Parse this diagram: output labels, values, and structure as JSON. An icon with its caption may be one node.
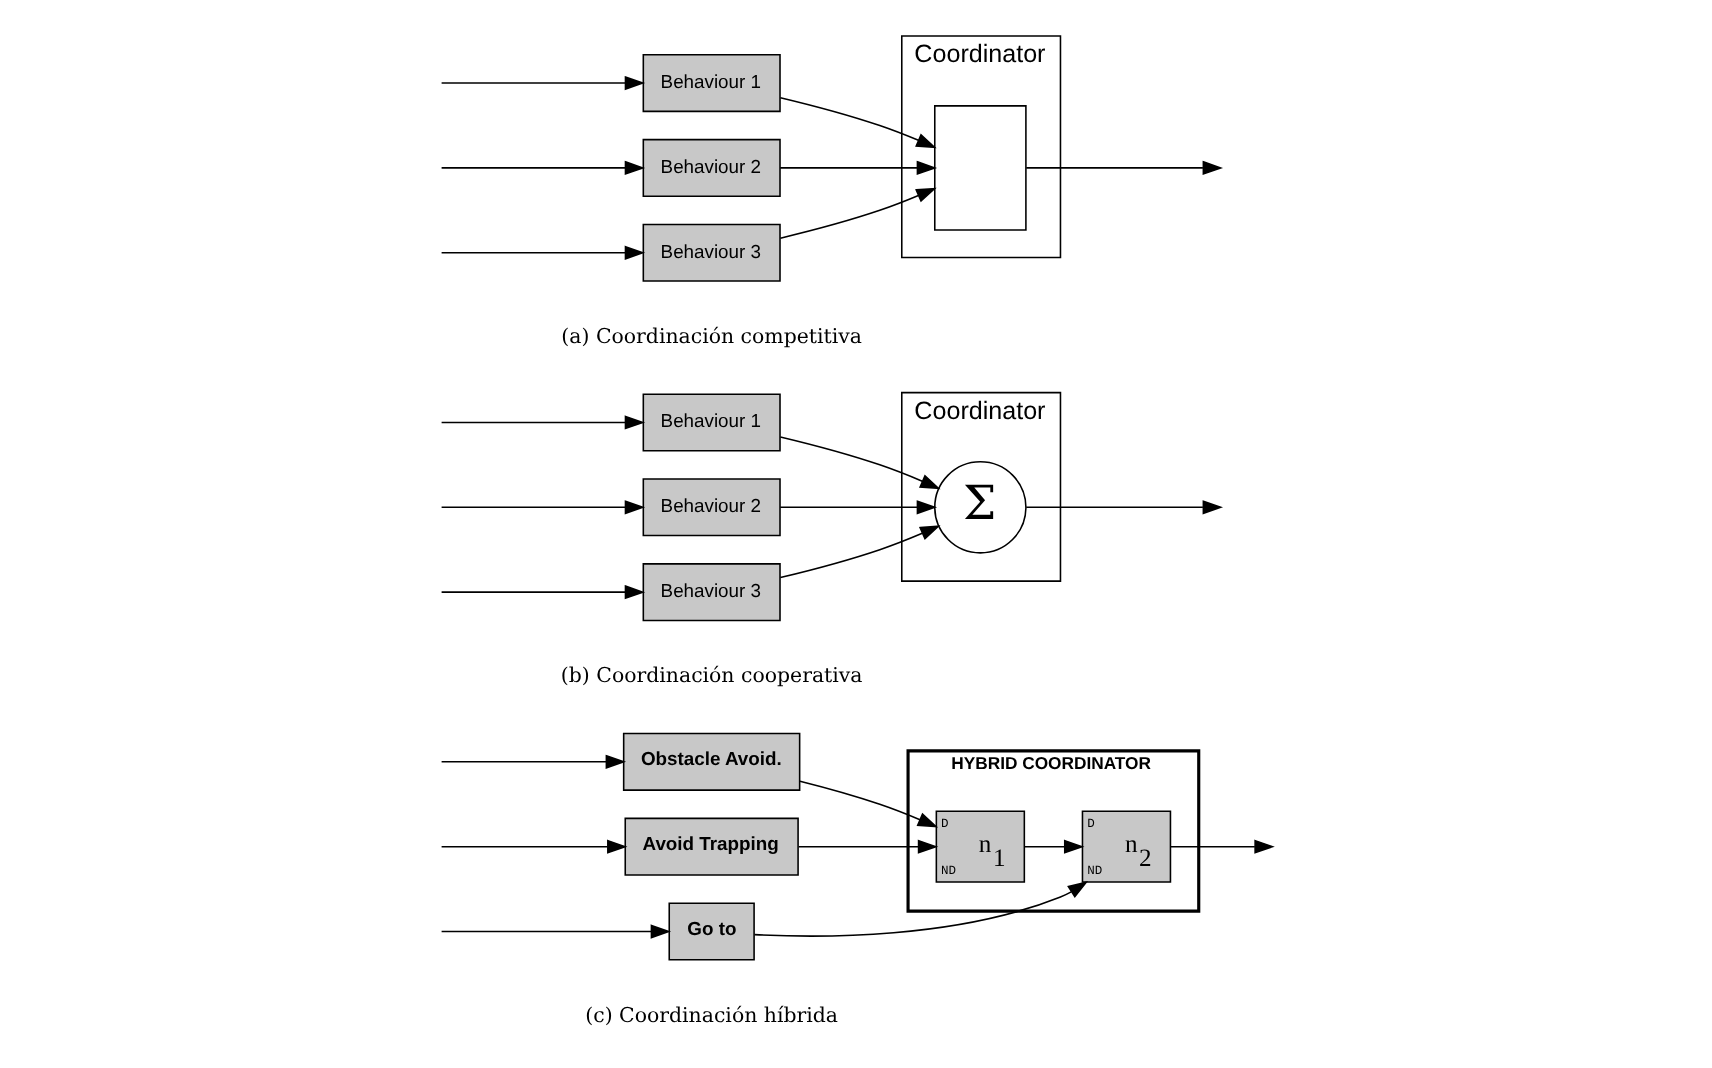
{
  "diagram": {
    "nodes": [
      {
        "text": [
          "Coordinator"
        ]
      },
      {
        "text": [
          "Behaviour 1"
        ]
      },
      {
        "text": [
          "Behaviour 2"
        ]
      },
      {
        "text": [
          "Behaviour 3"
        ]
      },
      {
        "text": [],
        "shape": "box",
        "in": 0
      },
      {
        "text": [
          "Coordinator"
        ]
      },
      {
        "text": [
          "Behaviour 1"
        ]
      },
      {
        "text": [
          "Behaviour 2"
        ]
      },
      {
        "text": [
          "Behaviour 3"
        ]
      },
      {
        "text": [
          "Σ"
        ],
        "in": 5
      },
      {
        "text": [
          "HYBRID COORDINATOR"
        ]
      },
      {
        "text": [
          "Obstacle Avoid."
        ]
      },
      {
        "text": [
          "Avoid Trapping"
        ]
      },
      {
        "text": [
          "Go to"
        ]
      },
      {
        "text": [
          "D",
          "n$_{1}$",
          "ND"
        ],
        "in": 10
      },
      {
        "text": [
          "D",
          "n$_{2}$",
          "ND"
        ],
        "in": 10
      }
    ],
    "edges": [
      {
        "from": null,
        "to": 1,
        "arrow": "to"
      },
      {
        "from": null,
        "to": 2,
        "arrow": "to"
      },
      {
        "from": null,
        "to": 3,
        "arrow": "to"
      },
      {
        "from": 1,
        "to": 4,
        "arrow": "to"
      },
      {
        "from": 2,
        "to": 4,
        "arrow": "to"
      },
      {
        "from": 3,
        "to": 4,
        "arrow": "to"
      },
      {
        "from": 4,
        "to": null,
        "arrow": "to"
      },
      {
        "from": null,
        "to": 6,
        "arrow": "to"
      },
      {
        "from": null,
        "to": 7,
        "arrow": "to"
      },
      {
        "from": null,
        "to": 8,
        "arrow": "to"
      },
      {
        "from": 6,
        "to": 9,
        "arrow": "to"
      },
      {
        "from": 7,
        "to": 9,
        "arrow": "to"
      },
      {
        "from": 8,
        "to": 9,
        "arrow": "to"
      },
      {
        "from": 9,
        "to": null,
        "arrow": "to"
      },
      {
        "from": null,
        "to": 11,
        "arrow": "to"
      },
      {
        "from": null,
        "to": 12,
        "arrow": "to"
      },
      {
        "from": null,
        "to": 13,
        "arrow": "to"
      },
      {
        "from": 11,
        "to": 14,
        "arrow": "to"
      },
      {
        "from": 12,
        "to": 14,
        "arrow": "to"
      },
      {
        "from": 14,
        "to": 15,
        "arrow": "to"
      },
      {
        "from": 13,
        "to": 15,
        "arrow": "to"
      },
      {
        "from": 15,
        "to": null,
        "arrow": "to"
      }
    ],
    "labels": [
      "(a) Coordinación competitiva",
      "(b) Coordinación cooperativa",
      "(c) Coordinación híbrida"
    ]
  }
}
